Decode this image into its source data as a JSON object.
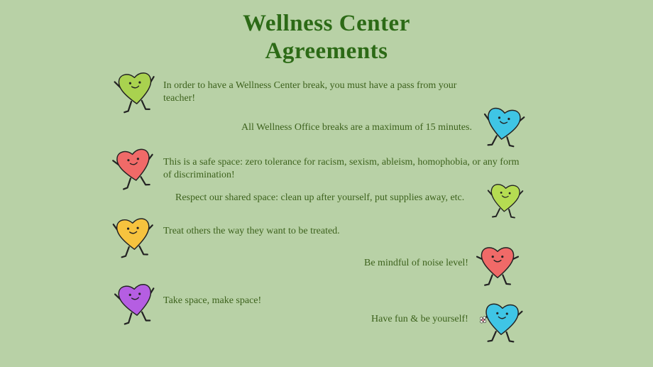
{
  "title": {
    "line1": "Wellness Center",
    "line2": "Agreements"
  },
  "colors": {
    "background": "#b8d1a6",
    "title_text": "#2c6a16",
    "body_text": "#3d621d",
    "mascot_outline": "#232323"
  },
  "agreements": [
    {
      "text": "In order to have a Wellness Center break, you must have a pass from your teacher!",
      "mascot": "green-heart",
      "color": "#a9d24f"
    },
    {
      "text": "All Wellness Office breaks are a maximum of 15 minutes.",
      "mascot": "teal-heart",
      "color": "#3fc5e5"
    },
    {
      "text": "This is a safe space: zero tolerance for racism, sexism, ableism, homophobia, or any form of discrimination!",
      "mascot": "red-heart",
      "color": "#f06a68"
    },
    {
      "text": "Respect our shared space: clean up after yourself, put supplies away, etc.",
      "mascot": "green-heart",
      "color": "#b5dc52"
    },
    {
      "text": "Treat others the way they want to be treated.",
      "mascot": "yellow-heart",
      "color": "#f6c33e"
    },
    {
      "text": "Be mindful of noise level!",
      "mascot": "red-heart",
      "color": "#f06a68"
    },
    {
      "text": "Take space, make space!",
      "mascot": "purple-heart",
      "color": "#b55ee2"
    },
    {
      "text": "Have fun & be yourself!",
      "mascot": "teal-heart-flower",
      "color": "#3fc5e5"
    }
  ]
}
